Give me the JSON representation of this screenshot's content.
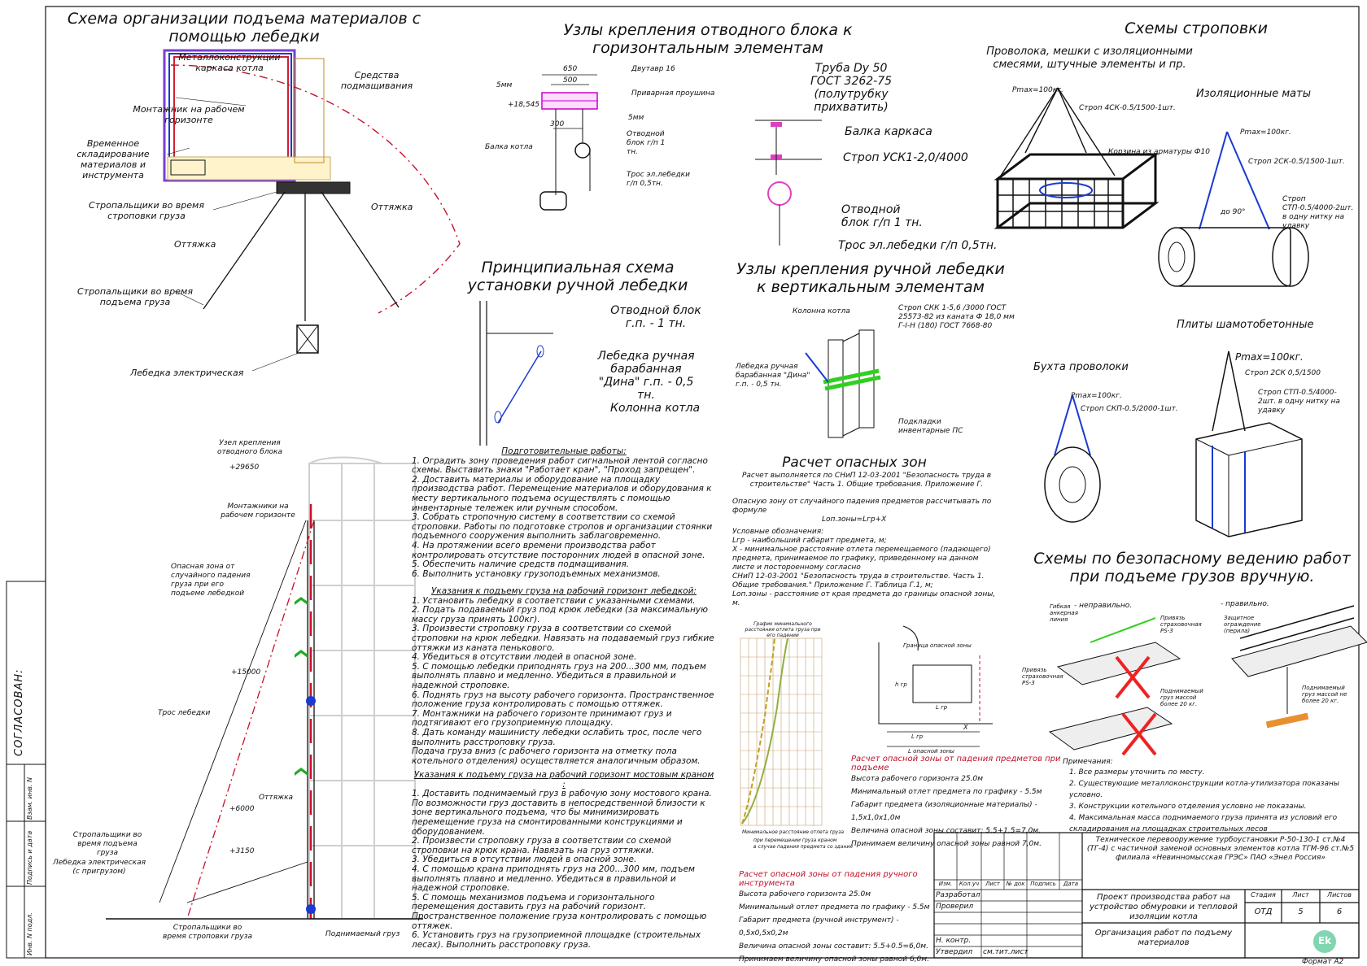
{
  "sections": {
    "lifting_scheme": {
      "title": "Схема организации подъема материалов с помощью лебедки",
      "labels": {
        "frame": "Металлоконструкции каркаса котла",
        "scaffold": "Средства подмащивания",
        "installer": "Монтажник на рабочем горизонте",
        "storage": "Временное складирование материалов и инструмента",
        "slingers_sling": "Стропальщики во время строповки груза",
        "guy1": "Оттяжка",
        "guy2": "Оттяжка",
        "slingers_lift": "Стропальщики во время подъема груза",
        "winch": "Лебедка электрическая"
      }
    },
    "pulley_nodes": {
      "title": "Узлы крепления отводного блока к горизонтальным элементам",
      "dims": {
        "w650": "650",
        "w500": "500",
        "w300": "300",
        "mark": "+18,545",
        "weld1": "5мм",
        "weld2": "5мм"
      },
      "labels": {
        "ibeam": "Двутавр 16",
        "strip": "Приварная проушина",
        "boiler_beam": "Балка котла",
        "block": "Отводной блок г/п 1 тн.",
        "rope": "Трос эл.лебедки г/п 0,5тн."
      },
      "right": {
        "pipe": "Труба Dy 50 ГОСТ 3262-75",
        "half": "(полутрубку прихватить)",
        "beam": "Балка каркаса",
        "sling": "Строп УСК1-2,0/4000",
        "block": "Отводной блок г/п 1 тн.",
        "rope": "Трос эл.лебедки г/п 0,5тн."
      }
    },
    "manual_winch": {
      "title": "Принципиальная схема установки ручной лебедки",
      "block": "Отводной блок г.п. - 1 тн.",
      "winch": "Лебедка ручная барабанная \"Дина\" г.п. - 0,5 тн.",
      "column": "Колонна котла"
    },
    "manual_nodes": {
      "title": "Узлы крепления ручной лебедки к вертикальным элементам",
      "column": "Колонна котла",
      "sling": "Строп СКК 1-5,6 /3000 ГОСТ 25573-82 из каната Ф 18,0 мм Г-I-Н (180) ГОСТ 7668-80",
      "winch": "Лебедка ручная барабанная \"Дина\" г.п. - 0,5 тн.",
      "pads": "Подкладки инвентарные ПС"
    },
    "slinging": {
      "title": "Схемы строповки",
      "wire_title": "Проволока, мешки с изоляционными смесями, штучные элементы и пр.",
      "pmax1": "Pmax=100кг.",
      "sling1": "Строп 4СК-0.5/1500-1шт.",
      "basket": "Корзина из арматуры Ф10",
      "mats_title": "Изоляционные маты",
      "pmax2": "Pmax=100кг.",
      "sling2": "Строп 2СК-0.5/1500-1шт.",
      "sling3": "Строп СТП-0.5/4000-2шт. в одну нитку на удавку",
      "angle": "до 90°",
      "coil_title": "Бухта проволоки",
      "pmax3": "Pmax=100кг.",
      "sling4": "Строп СКП-0.5/2000-1шт.",
      "plates_title": "Плиты шамотобетонные",
      "pmax4": "Pmax=100кг.",
      "sling5": "Строп 2СК 0,5/1500",
      "sling6": "Строп СТП-0.5/4000-2шт. в одну нитку на удавку"
    },
    "elevation": {
      "labels": {
        "node": "Узел крепления отводного блока",
        "mark1": "+29650",
        "installers": "Монтажники на рабочем горизонте",
        "danger": "Опасная зона от случайного падения груза при его подъеме лебедкой",
        "mark2": "+15000",
        "rope": "Трос лебедки",
        "guy": "Оттяжка",
        "mark3": "+6000",
        "mark4": "+3150",
        "slingers_lift": "Стропальщики во время подъема груза",
        "winch": "Лебедка электрическая (с пригрузом)",
        "slingers_sling": "Стропальщики во время строповки груза",
        "load": "Поднимаемый груз"
      }
    },
    "prep_works": {
      "title": "Подготовительные работы:",
      "items": [
        "1. Оградить зону проведения работ сигнальной лентой согласно схемы. Выставить знаки \"Работает кран\", \"Проход запрещен\".",
        "2. Доставить материалы и оборудование на площадку производства работ. Перемещение материалов и оборудования к месту вертикального подъема осуществлять с помощью инвентарные тележек или ручным способом.",
        "3. Собрать стропочную систему в соответствии со схемой строповки. Работы по подготовке стропов и организации стоянки подъемного сооружения выполнить заблаговременно.",
        "4. На протяжении всего времени производства работ контролировать отсутствие посторонних людей в опасной зоне.",
        "5. Обеспечить наличие средств подмащивания.",
        "6. Выполнить установку грузоподъемных механизмов."
      ]
    },
    "winch_instr": {
      "title": "Указания к подъему груза на рабочий горизонт лебедкой:",
      "items": [
        "1. Установить лебедку в соответствии с указанными схемами.",
        "2. Подать подаваемый груз под крюк лебедки (за максимальную массу груза принять 100кг).",
        "3. Произвести строповку груза в соответствии со схемой строповки на крюк лебедки. Навязать на подаваемый груз гибкие оттяжки из каната пенькового.",
        "4. Убедиться в отсутствии людей в опасной зоне.",
        "5. С помощью лебедки приподнять груз на 200...300 мм, подъем выполнять плавно и медленно. Убедиться в правильной и надежной строповке.",
        "6. Поднять груз на высоту рабочего горизонта. Пространственное положение груза контролировать с помощью оттяжек.",
        "7. Монтажники на рабочего горизонте принимают груз и подтягивают его грузоприемную площадку.",
        "8. Дать команду машинисту лебедки ослабить трос, после чего выполнить расстроповку груза.",
        "Подача груза вниз (с рабочего горизонта на отметку пола котельного отделения) осуществляется аналогичным образом."
      ]
    },
    "crane_instr": {
      "title": "Указания к подъему груза на рабочий горизонт мостовым краном :",
      "items": [
        "1. Доставить поднимаемый груз в рабочую зону мостового крана. По возможности груз доставить в непосредственной близости к зоне вертикального подъема, что бы минимизировать перемещение груза на смонтированными конструкциями и оборудованием.",
        "2. Произвести строповку груза в соответствии со схемой строповки на крюк крана. Навязать на груз оттяжки.",
        "3. Убедиться в отсутствии людей в опасной зоне.",
        "4. С помощью крана приподнять груз на 200...300 мм, подъем выполнять плавно и медленно. Убедиться в правильной и надежной строповке.",
        "5. С помощь механизмов подъема и горизонтального перемещения доставить груз на рабочий горизонт. Пространственное положение груза контролировать с помощью оттяжек.",
        "6. Установить груз на грузоприемной площадке (строительных лесах). Выполнить расстроповку груза."
      ]
    },
    "danger_calc": {
      "title": "Расчет опасных зон",
      "basis": "Расчет выполняется по СНиП 12-03-2001 \"Безопасность труда в строительстве\" Часть 1. Общие требования. Приложение Г.",
      "formula_intro": "Опасную зону от случайного падения предметов рассчитывать по формуле",
      "formula": "Lоп.зоны=Lгр+X",
      "conditions": "Условные обозначения:",
      "lines": [
        "Lгр - наибольший габарит предмета, м;",
        "X - минимальное расстояние отлета перемещаемого (падающего) предмета, принимаемое по графику, приведенному на данном листе и постороенному согласно",
        "СНиП 12-03-2001 \"Безопасность труда в строительстве. Часть 1. Общие требования.\" Приложение Г. Таблица Г.1, м;",
        "Lоп.зоны - расстояние от края предмета до границы опасной зоны, м."
      ],
      "graph_title": "График минимального расстояния отлета груза при его падении",
      "graph_legend": [
        "при перемещении груза краном",
        "в случае падения предмета со здания"
      ],
      "graph_note": "Минимальное расстояние отлета груза",
      "fig": {
        "zone": "Граница опасной зоны",
        "h": "h гр",
        "l": "L гр",
        "lx": "L гр",
        "x": "X",
        "lzone": "L опасной зоны"
      },
      "load_title": "Расчет опасной зоны от падения предметов при подъеме",
      "load_lines": [
        "Высота рабочего горизонта 25.0м",
        "Минимальный отлет предмета по графику - 5.5м",
        "Габарит предмета (изоляционные материалы) - 1,5х1,0х1,0м",
        "Величина опасной зоны составит: 5.5+1.5=7,0м.",
        "Принимаем величину опасной зоны равной 7,0м."
      ],
      "tool_title": "Расчет опасной зоны от падения ручного инструмента",
      "tool_lines": [
        "Высота рабочего горизонта 25.0м",
        "Минимальный отлет предмета по графику - 5.5м",
        "Габарит предмета (ручной инструмент) - 0,5х0,5х0,2м",
        "Величина опасной зоны составит: 5.5+0.5=6,0м.",
        "Принимаем величину опасной зоны равной 6,0м."
      ]
    },
    "safe_lift": {
      "title": "Схемы по безопасному ведению работ при подъеме грузов вручную.",
      "wrong": "- неправильно.",
      "right": "- правильно.",
      "flex_line": "Гибкая анкерная линия",
      "harness1": "Привязь страховочная PS-3",
      "harness2": "Привязь страховочная PS-3",
      "load20": "Поднимаемый груз массой более 20 кг.",
      "railing": "Защитное ограждение (перила)",
      "load20b": "Поднимаемый груз массой не более 20 кг.",
      "notes_title": "Примечания:",
      "notes": [
        "1. Все размеры уточнить по месту.",
        "2. Существующие металлоконструкции котла-утилизатора показаны условно.",
        "3. Конструкции котельного отделения условно не показаны.",
        "4. Максимальная масса поднимаемого груза принята из условий его складирования на площадках строительных лесов"
      ]
    }
  },
  "side_stamp": {
    "agreed": "СОГЛАСОВАН:",
    "cells": [
      "Инв. N подл.",
      "Подпись и дата",
      "Взам. инв. N"
    ]
  },
  "title_block": {
    "project": "Техническое перевооружение турбоустановки Р-50-130-1 ст.№4 (ТГ-4) с частичной заменой основных элементов котла ТГМ-96 ст.№5 филиала «Невинномысская ГРЭС» ПАО «Энел Россия»",
    "hdr": [
      "Изм.",
      "Кол.уч",
      "Лист",
      "№ док",
      "Подпись",
      "Дата"
    ],
    "roles": [
      "Разработал",
      "Проверил",
      "",
      "Н. контр.",
      "Утвердил"
    ],
    "approver": "см.тит.лист",
    "doc": "Проект производства работ на устройство обмуровки и тепловой изоляции котла",
    "sheet_hdr": [
      "Стадия",
      "Лист",
      "Листов"
    ],
    "stage": "ОТД",
    "sheet": "5",
    "sheets": "6",
    "sheet_name": "Организация работ по подъему материалов",
    "logo": "Ek",
    "format": "Формат A2"
  }
}
